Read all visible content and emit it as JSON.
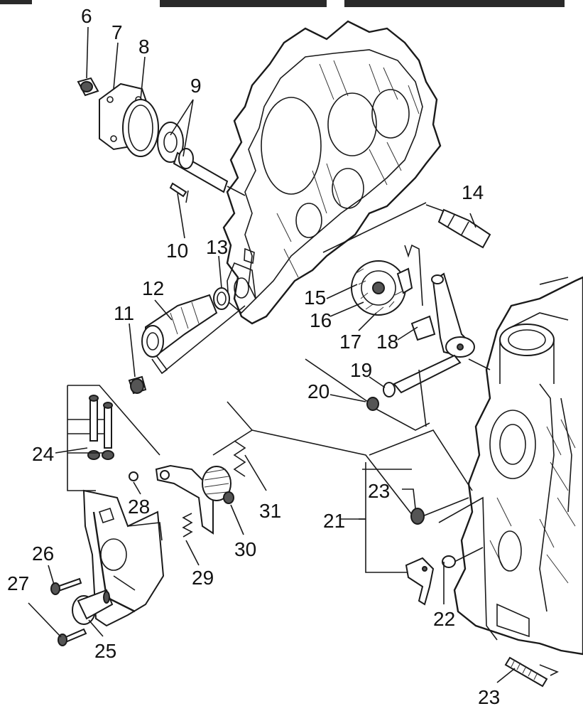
{
  "labels": {
    "p6": "6",
    "p7": "7",
    "p8": "8",
    "p9": "9",
    "p10": "10",
    "p11": "11",
    "p12": "12",
    "p13": "13",
    "p14": "14",
    "p15": "15",
    "p16": "16",
    "p17": "17",
    "p18": "18",
    "p19": "19",
    "p20": "20",
    "p21": "21",
    "p22": "22",
    "p23a": "23",
    "p23b": "23",
    "p24": "24",
    "p25": "25",
    "p26": "26",
    "p27": "27",
    "p28": "28",
    "p29": "29",
    "p30": "30",
    "p31": "31"
  }
}
